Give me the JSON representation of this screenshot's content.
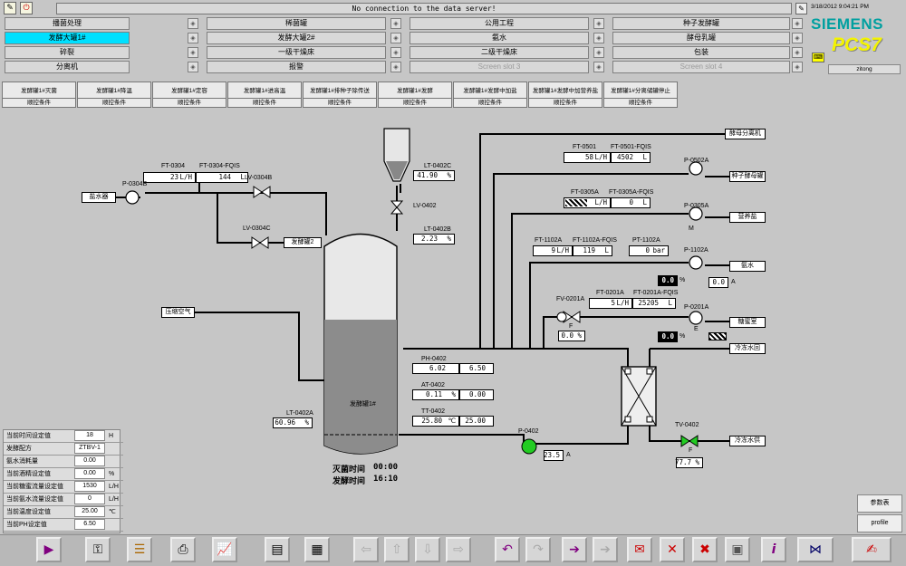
{
  "header": {
    "message": "No connection to the data server!",
    "datetime": "3/18/2012 9:04:21 PM",
    "user": "zitong",
    "brand": "SIEMENS",
    "product": "PCS7"
  },
  "nav": [
    [
      "播菌处理",
      "稀菌罐",
      "公用工程",
      "种子发酵罐"
    ],
    [
      "发酵大罐1#",
      "发酵大罐2#",
      "氨水",
      "酵母乳罐"
    ],
    [
      "碎裂",
      "一级干燥床",
      "二级干燥床",
      "包装"
    ],
    [
      "分离机",
      "报警",
      "Screen slot 3",
      "Screen slot 4"
    ]
  ],
  "taskbar": [
    {
      "title": "发酵罐1#灭菌",
      "sub": "顺控条件"
    },
    {
      "title": "发酵罐1#降温",
      "sub": "顺控条件"
    },
    {
      "title": "发酵罐1#定容",
      "sub": "顺控条件"
    },
    {
      "title": "发酵罐1#进高温",
      "sub": "顺控条件"
    },
    {
      "title": "发酵罐1#排种子除传送",
      "sub": "顺控条件"
    },
    {
      "title": "发酵罐1#发酵",
      "sub": "顺控条件"
    },
    {
      "title": "发酵罐1#发酵中加盐",
      "sub": "顺控条件"
    },
    {
      "title": "发酵罐1#发酵中加营养盐",
      "sub": "顺控条件"
    },
    {
      "title": "发酵罐1#分离储罐停止",
      "sub": "顺控条件"
    }
  ],
  "process": {
    "ft0304": {
      "name": "FT-0304",
      "value": "23",
      "unit": "L/H"
    },
    "ft0304fqis": {
      "name": "FT-0304-FQIS",
      "value": "144",
      "unit": "L"
    },
    "lv0304b": "LV-0304B",
    "lv0304c": "LV-0304C",
    "p0304b": "P-0304B",
    "salt_water": "盐水器",
    "tank2": "发酵罐2",
    "comp_air": "压缩空气",
    "lt0402c": {
      "name": "LT-0402C",
      "value": "41.90",
      "unit": "%"
    },
    "lv0402": "LV-0402",
    "lt0402b": {
      "name": "LT-0402B",
      "value": "2.23",
      "unit": "%"
    },
    "lt0402a": {
      "name": "LT-0402A",
      "value": "60.96",
      "unit": "%"
    },
    "tank_label": "发酵罐1#",
    "ph0402": {
      "name": "PH-0402",
      "value": "6.02",
      "set": "6.50"
    },
    "at0402": {
      "name": "AT-0402",
      "value": "0.11",
      "unit": "%",
      "set": "0.00"
    },
    "tt0402": {
      "name": "TT-0402",
      "value": "25.80",
      "unit": "℃",
      "set": "25.00"
    },
    "heat_time_label": "灭菌时间",
    "heat_time": "00:00",
    "ferm_time_label": "发酵时间",
    "ferm_time": "16:10",
    "p0402": {
      "name": "P-0402",
      "value": "23.5",
      "unit": "A"
    },
    "tv0402": {
      "name": "TV-0402",
      "value": "77.7",
      "unit": "%"
    },
    "cool_supply": "冷冻水供",
    "cool_return": "冷冻水回",
    "yeast_sep": "酵母分离机",
    "ft0501": {
      "name": "FT-0501",
      "value": "58",
      "unit": "L/H"
    },
    "ft0501fqis": {
      "name": "FT-0501-FQIS",
      "value": "4502",
      "unit": "L"
    },
    "p0502a": "P-0502A",
    "seed_tank": "种子酵母罐",
    "ft0305a": {
      "name": "FT-0305A",
      "unit": "L/H"
    },
    "ft0305afqis": {
      "name": "FT-0305A-FQIS",
      "value": "0",
      "unit": "L"
    },
    "p0305a": "P-0305A",
    "nutrient": "营养盐",
    "m": "M",
    "ft1102a": {
      "name": "FT-1102A",
      "value": "9",
      "unit": "L/H"
    },
    "ft1102afqis": {
      "name": "FT-1102A-FQIS",
      "value": "119",
      "unit": "L"
    },
    "pt1102a": {
      "name": "PT-1102A",
      "value": "0",
      "unit": "bar"
    },
    "p1102a": {
      "name": "P-1102A",
      "pct": "0.0",
      "pct_unit": "%",
      "amps": "0.0",
      "amps_unit": "A"
    },
    "ammonia": "氨水",
    "fv0201a": {
      "name": "FV-0201A",
      "value": "0.0",
      "unit": "%",
      "f": "F"
    },
    "ft0201a": {
      "name": "FT-0201A",
      "value": "5",
      "unit": "L/H"
    },
    "ft0201afqis": {
      "name": "FT-0201A-FQIS",
      "value": "25205",
      "unit": "L"
    },
    "p0201a": {
      "name": "P-0201A",
      "pct": "0.0",
      "pct_unit": "%"
    },
    "molasses": "糖蜜室",
    "e": "E"
  },
  "params": [
    {
      "label": "当前时间设定值",
      "value": "18",
      "unit": "H"
    },
    {
      "label": "发酵配方",
      "value": "ZTBV-1",
      "unit": ""
    },
    {
      "label": "氨水消耗量",
      "value": "0.00",
      "unit": ""
    },
    {
      "label": "当前酒精设定值",
      "value": "0.00",
      "unit": "%"
    },
    {
      "label": "当前糖蜜流量设定值",
      "value": "1530",
      "unit": "L/H"
    },
    {
      "label": "当前氨水流量设定值",
      "value": "0",
      "unit": "L/H"
    },
    {
      "label": "当前温度设定值",
      "value": "25.00",
      "unit": "℃"
    },
    {
      "label": "当前PH设定值",
      "value": "6.50",
      "unit": ""
    }
  ],
  "side_buttons": {
    "params": "参数表",
    "profile": "profile"
  }
}
